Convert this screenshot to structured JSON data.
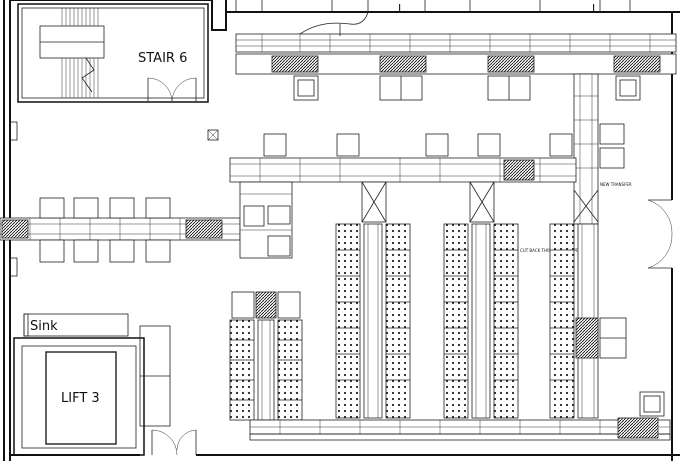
{
  "labels": {
    "stair": "STAIR 6",
    "sink": "Sink",
    "lift": "LIFT 3",
    "note_transfer": "NEW TRANSFER",
    "note_cut_back": "CUT BACK THIS 1 METRE APPROX"
  }
}
